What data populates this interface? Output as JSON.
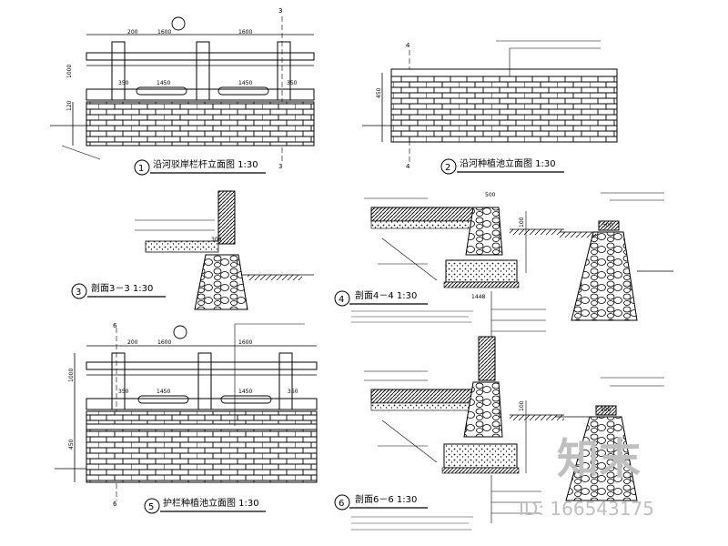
{
  "titles": {
    "v1": {
      "num": "1",
      "text": "沿河驳岸栏杆立面图 1:30"
    },
    "v2": {
      "num": "2",
      "text": "沿河种植池立面图 1:30"
    },
    "v3": {
      "num": "3",
      "text": "剖面3－3 1:30"
    },
    "v4": {
      "num": "4",
      "text": "剖面4－4 1:30"
    },
    "v5": {
      "num": "5",
      "text": "护栏种植池立面图 1:30"
    },
    "v6": {
      "num": "6",
      "text": "剖面6－6 1:30"
    }
  },
  "dims": {
    "d200": "200",
    "d1600": "1600",
    "d1450": "1450",
    "d350": "350",
    "d1000": "1000",
    "d120": "120",
    "d450": "450",
    "d500": "500",
    "d1448": "1448",
    "d100": "100",
    "d200b": "200",
    "d300": "300"
  },
  "section_marks": {
    "s3": "3",
    "s4": "4",
    "s6": "6"
  },
  "watermark": {
    "logo": "知末",
    "id": "ID: 166543175"
  },
  "colors": {
    "line": "#000000",
    "hatch": "#222222",
    "watermark": "#bfbfbf"
  }
}
